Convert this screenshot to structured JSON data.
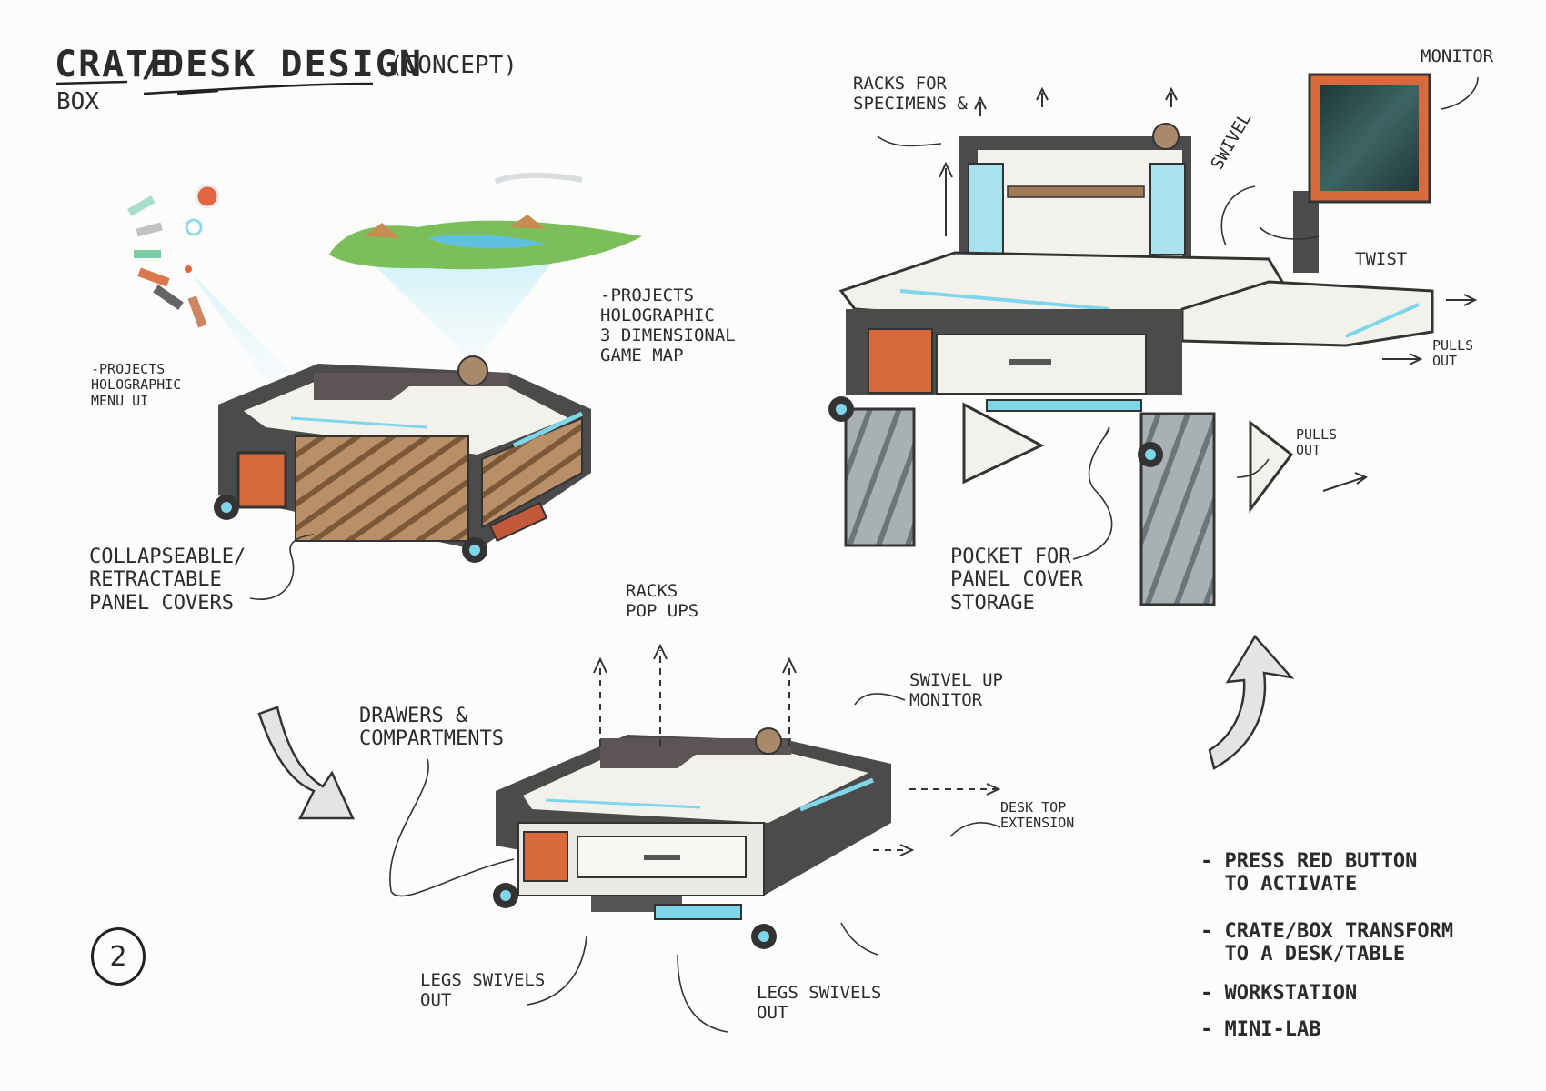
{
  "title": {
    "crate": "CRATE",
    "slash": "/",
    "desk_design": "DESK DESIGN",
    "concept": "(CONCEPT)",
    "box": "BOX"
  },
  "annotations": {
    "projects_menu": "-PROJECTS\nHOLOGRAPHIC\nMENU UI",
    "projects_map": "-PROJECTS\nHOLOGRAPHIC\n3 DIMENSIONAL\nGAME MAP",
    "panel_covers": "COLLAPSEABLE/\nRETRACTABLE\nPANEL COVERS",
    "racks_specimens": "RACKS FOR\nSPECIMENS &",
    "monitor": "MONITOR",
    "swivel": "SWIVEL",
    "twist": "TWIST",
    "pulls_out_top": "PULLS\nOUT",
    "pulls_out_mid": "PULLS\nOUT",
    "pocket": "POCKET FOR\nPANEL COVER\nSTORAGE",
    "racks_pop_ups": "RACKS\nPOP UPS",
    "drawers": "DRAWERS &\nCOMPARTMENTS",
    "swivel_up_monitor": "SWIVEL UP\nMONITOR",
    "desktop_extension": "DESK TOP\nEXTENSION",
    "legs_left": "LEGS SWIVELS\nOUT",
    "legs_right": "LEGS SWIVELS\nOUT"
  },
  "notes": [
    "- PRESS RED BUTTON\n  TO ACTIVATE",
    "- CRATE/BOX TRANSFORM\n  TO A DESK/TABLE",
    "- WORKSTATION",
    "- MINI-LAB"
  ],
  "page_number": "2",
  "colors": {
    "frame": "#4a4a4a",
    "wood": "#a07a55",
    "panel": "#f2f1ec",
    "accent_orange": "#d8693a",
    "glow": "#7fd6ea",
    "monitor_screen": "#2c4a4a"
  }
}
